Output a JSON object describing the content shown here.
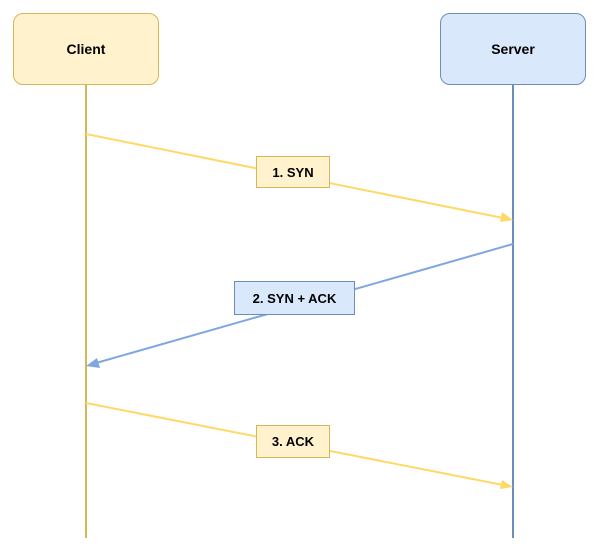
{
  "participants": {
    "client": {
      "label": "Client",
      "fill": "#fff2cc",
      "stroke": "#d6b656"
    },
    "server": {
      "label": "Server",
      "fill": "#dae8fc",
      "stroke": "#6c8ebf"
    }
  },
  "lifeline_colors": {
    "client": "#d6b656",
    "server": "#6c8ebf"
  },
  "messages": [
    {
      "label": "1. SYN",
      "from": "client",
      "to": "server",
      "line_color": "#ffd966",
      "fill": "#fff2cc",
      "stroke": "#d6b656"
    },
    {
      "label": "2. SYN + ACK",
      "from": "server",
      "to": "client",
      "line_color": "#7ea6e0",
      "fill": "#dae8fc",
      "stroke": "#6c8ebf"
    },
    {
      "label": "3. ACK",
      "from": "client",
      "to": "server",
      "line_color": "#ffd966",
      "fill": "#fff2cc",
      "stroke": "#d6b656"
    }
  ]
}
